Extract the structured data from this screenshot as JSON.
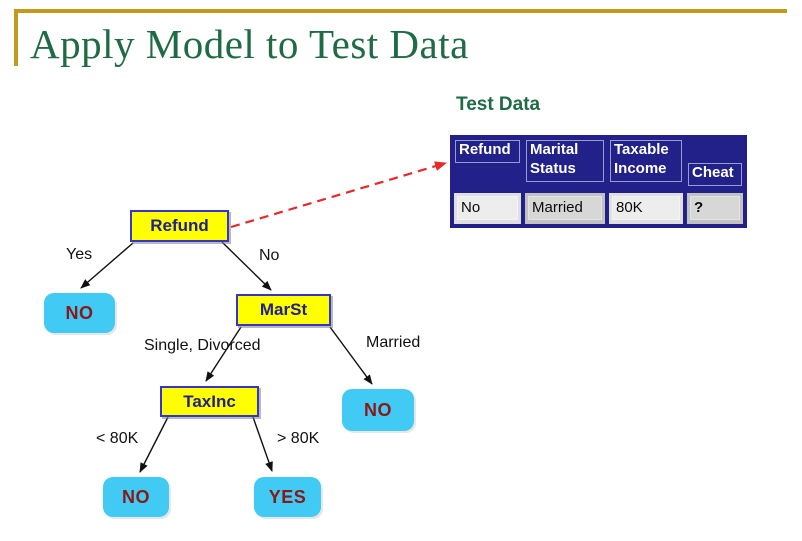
{
  "slide": {
    "title": "Apply Model to Test Data"
  },
  "test_data": {
    "label": "Test Data",
    "table": {
      "headers": [
        "Refund",
        "Marital Status",
        "Taxable Income",
        "Cheat"
      ],
      "rows": [
        [
          "No",
          "Married",
          "80K",
          "?"
        ]
      ]
    }
  },
  "tree": {
    "nodes": {
      "refund": "Refund",
      "marst": "MarSt",
      "taxinc": "TaxInc"
    },
    "leaves": {
      "refund_yes": "NO",
      "marst_married": "NO",
      "taxinc_lt": "NO",
      "taxinc_gt": "YES"
    },
    "edge_labels": {
      "refund_yes": "Yes",
      "refund_no": "No",
      "marst_single_divorced": "Single, Divorced",
      "marst_married": "Married",
      "taxinc_lt": "< 80K",
      "taxinc_gt": "> 80K"
    }
  },
  "colors": {
    "title_green": "#1E6B45",
    "accent_gold": "#C49A1A",
    "table_header_navy": "#212189",
    "table_cell_light_gray": "#DFDFDF",
    "table_cell_dark_gray": "#C2C2C2",
    "node_yellow": "#FFFF00",
    "node_border_blue": "#3535CE",
    "node_text_navy": "#20208F",
    "leaf_cyan": "#41CAF3",
    "leaf_text_dark_red": "#8B1717",
    "dashed_arrow_red": "#E62A2A"
  }
}
